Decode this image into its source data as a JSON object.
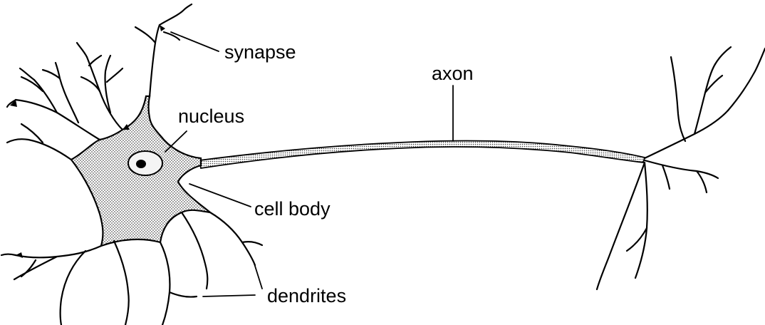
{
  "labels": {
    "synapse": "synapse",
    "axon": "axon",
    "nucleus": "nucleus",
    "cell_body": "cell body",
    "dendrites": "dendrites"
  },
  "colors": {
    "ink": "#000000",
    "background": "#ffffff",
    "stipple": "#9a9a9a"
  }
}
